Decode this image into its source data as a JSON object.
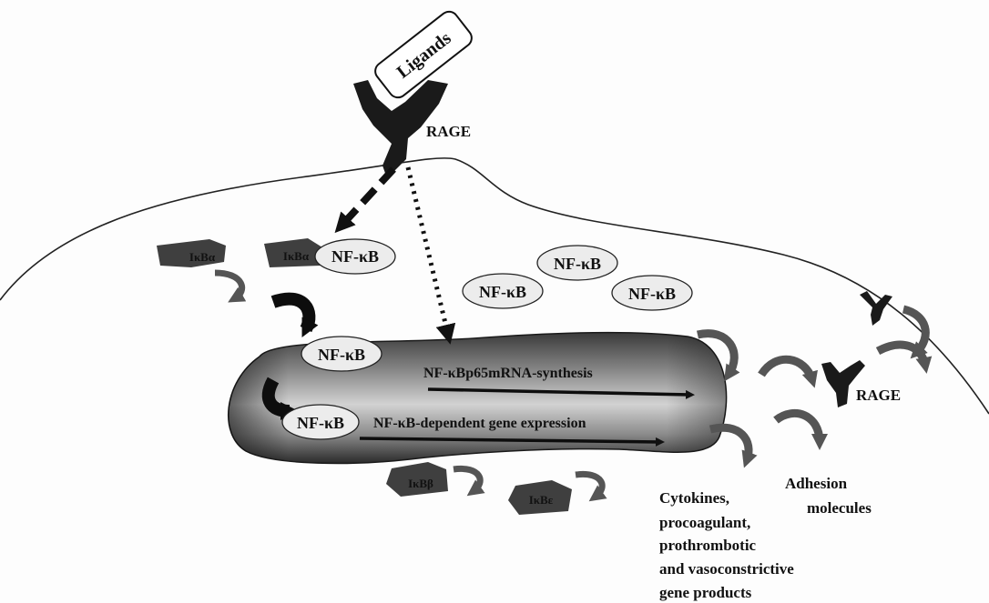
{
  "labels": {
    "ligands": "Ligands",
    "rage_top": "RAGE",
    "rage_right": "RAGE",
    "nfkb": "NF-κB",
    "ikba_free": "IκBα",
    "ikba_bound": "IκBα",
    "ikbb": "IκBβ",
    "ikbe": "IκBε",
    "mrna_synthesis": "NF-κBp65mRNA-synthesis",
    "gene_expression": "NF-κB-dependent gene expression",
    "adhesion_line1": "Adhesion",
    "adhesion_line2": "molecules",
    "cytokines_lines": [
      "Cytokines,",
      "procoagulant,",
      "prothrombotic",
      "and vasoconstrictive",
      "gene products"
    ]
  },
  "colors": {
    "receptor": "#1a1a1a",
    "nucleus_dark": "#2e2e2e",
    "nucleus_light": "#c4c4c4",
    "ikb_shape": "#3f3f3f",
    "curved_arrow": "#555555",
    "nfkb_fill": "#ececec",
    "membrane": "#222222"
  }
}
